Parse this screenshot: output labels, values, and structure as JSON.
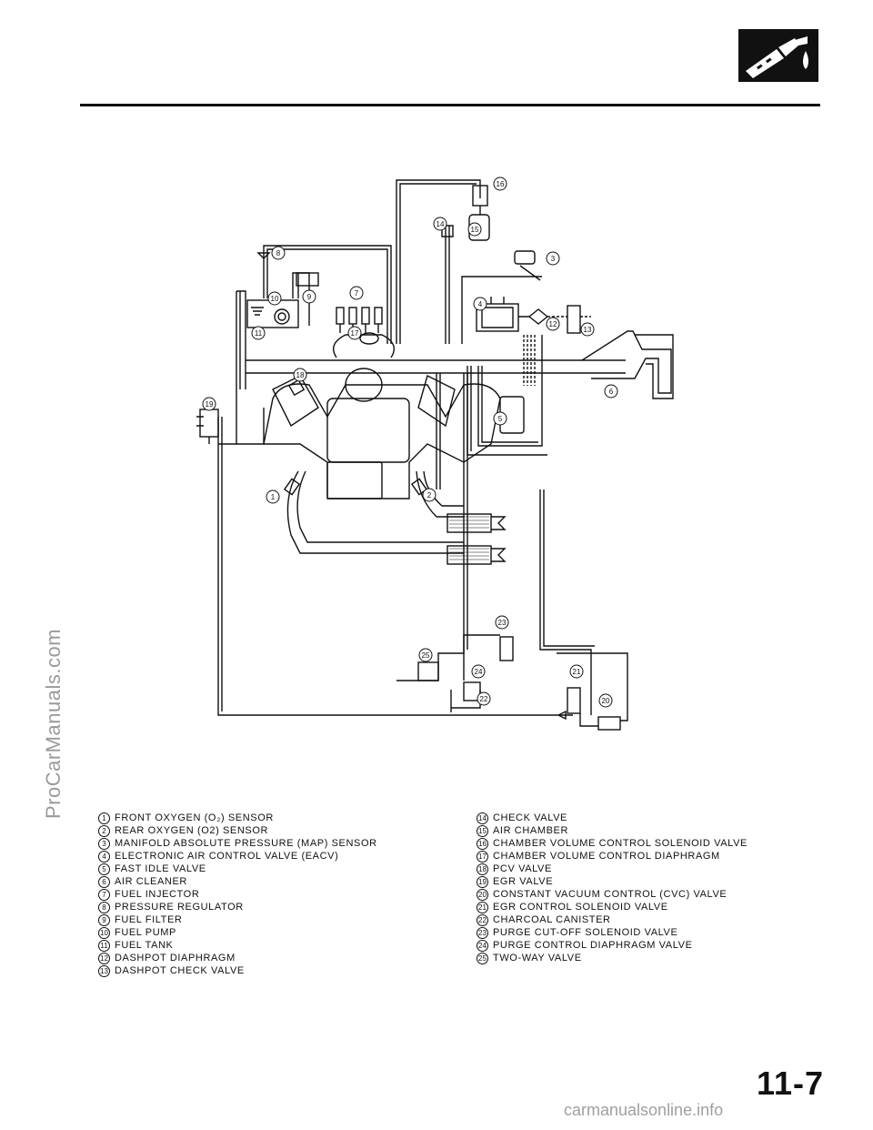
{
  "page": {
    "number": "11-7",
    "watermark_left": "ProCarManuals.com",
    "watermark_bottom": "carmanualsonline.info"
  },
  "header": {
    "icon": "fuel-nozzle-icon"
  },
  "diagram": {
    "callouts": [
      "1",
      "2",
      "3",
      "4",
      "5",
      "6",
      "7",
      "8",
      "9",
      "10",
      "11",
      "12",
      "13",
      "14",
      "15",
      "16",
      "17",
      "18",
      "19",
      "20",
      "21",
      "22",
      "23",
      "24",
      "25"
    ]
  },
  "legend_left": [
    {
      "num": "1",
      "label": "FRONT OXYGEN (O₂) SENSOR"
    },
    {
      "num": "2",
      "label": "REAR OXYGEN (O2) SENSOR"
    },
    {
      "num": "3",
      "label": "MANIFOLD ABSOLUTE PRESSURE (MAP) SENSOR"
    },
    {
      "num": "4",
      "label": "ELECTRONIC AIR CONTROL VALVE (EACV)"
    },
    {
      "num": "5",
      "label": "FAST IDLE VALVE"
    },
    {
      "num": "6",
      "label": "AIR CLEANER"
    },
    {
      "num": "7",
      "label": "FUEL INJECTOR"
    },
    {
      "num": "8",
      "label": "PRESSURE REGULATOR"
    },
    {
      "num": "9",
      "label": "FUEL FILTER"
    },
    {
      "num": "10",
      "label": "FUEL PUMP"
    },
    {
      "num": "11",
      "label": "FUEL TANK"
    },
    {
      "num": "12",
      "label": "DASHPOT DIAPHRAGM"
    },
    {
      "num": "13",
      "label": "DASHPOT CHECK VALVE"
    }
  ],
  "legend_right": [
    {
      "num": "14",
      "label": "CHECK VALVE"
    },
    {
      "num": "15",
      "label": "AIR CHAMBER"
    },
    {
      "num": "16",
      "label": "CHAMBER VOLUME CONTROL SOLENOID VALVE"
    },
    {
      "num": "17",
      "label": "CHAMBER VOLUME CONTROL DIAPHRAGM"
    },
    {
      "num": "18",
      "label": "PCV VALVE"
    },
    {
      "num": "19",
      "label": "EGR VALVE"
    },
    {
      "num": "20",
      "label": "CONSTANT VACUUM CONTROL (CVC) VALVE"
    },
    {
      "num": "21",
      "label": "EGR CONTROL SOLENOID VALVE"
    },
    {
      "num": "22",
      "label": "CHARCOAL CANISTER"
    },
    {
      "num": "23",
      "label": "PURGE CUT-OFF SOLENOID VALVE"
    },
    {
      "num": "24",
      "label": "PURGE CONTROL DIAPHRAGM VALVE"
    },
    {
      "num": "25",
      "label": "TWO-WAY VALVE"
    }
  ]
}
